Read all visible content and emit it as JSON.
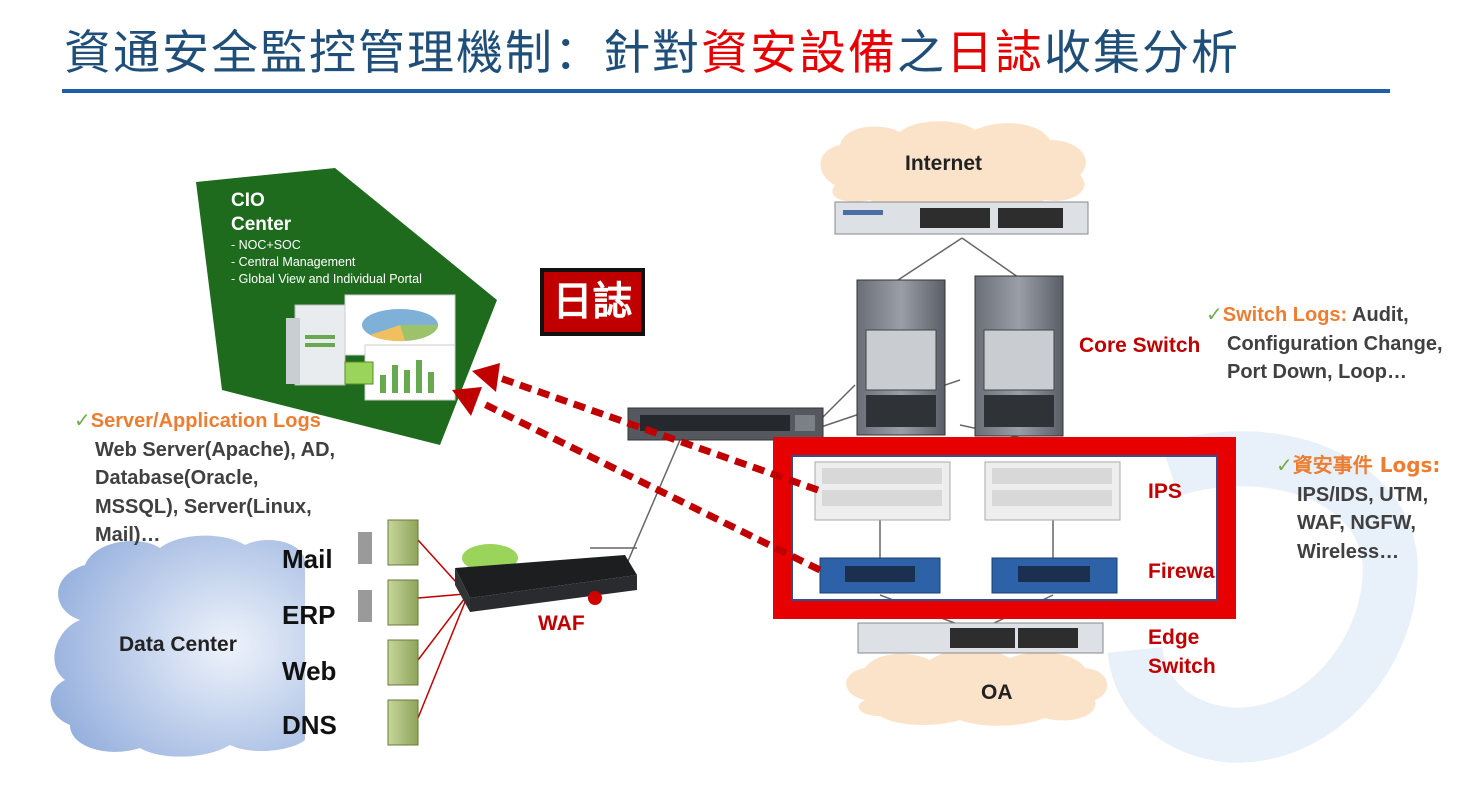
{
  "title": {
    "part1": "資通安全監控管理機制：針對",
    "part2": "資安設備",
    "part3": "之",
    "part4": "日誌",
    "part5": "收集分析"
  },
  "colors": {
    "title_blue": "#1f4e79",
    "accent_red": "#e60000",
    "label_red": "#c00000",
    "log_orange": "#ed7d31",
    "check_green": "#70ad47",
    "cio_green": "#1e6b1e"
  },
  "cio": {
    "line1": "CIO",
    "line2": "Center",
    "items": [
      "- NOC+SOC",
      "- Central Management",
      "- Global View and Individual Portal"
    ]
  },
  "badge": "日誌",
  "clouds": {
    "internet": "Internet",
    "oa": "OA",
    "datacenter": "Data Center"
  },
  "labels": {
    "core_switch": "Core Switch",
    "ips": "IPS",
    "firewall": "Firewa",
    "edge_line1": "Edge",
    "edge_line2": "Switch",
    "waf": "WAF"
  },
  "servers": [
    "Mail",
    "ERP",
    "Web",
    "DNS"
  ],
  "notes": {
    "server_logs": {
      "check": "✓",
      "title": "Server/Application Logs",
      "lines": [
        "Web Server(Apache), AD,",
        "Database(Oracle,",
        "MSSQL), Server(Linux,",
        "Mail)…"
      ]
    },
    "switch_logs": {
      "check": "✓",
      "title": "Switch Logs:",
      "first": " Audit,",
      "lines": [
        "Configuration Change,",
        "Port Down, Loop…"
      ]
    },
    "security_logs": {
      "check": "✓",
      "title": "資安事件 Logs:",
      "lines": [
        "IPS/IDS, UTM,",
        "WAF, NGFW,",
        "Wireless…"
      ]
    }
  }
}
